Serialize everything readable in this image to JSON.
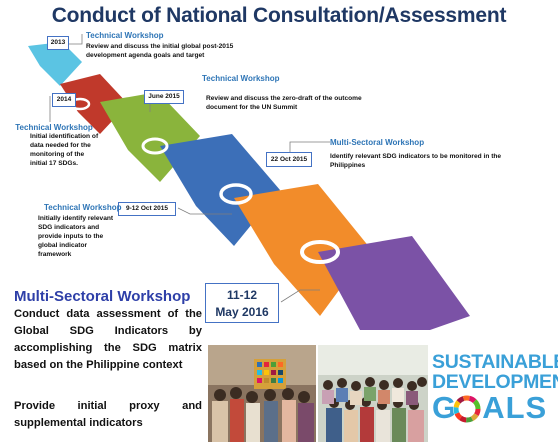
{
  "title": "Conduct of National Consultation/Assessment",
  "steps": [
    {
      "date": "2013",
      "header": "Technical Workshop",
      "description": "Review and discuss the initial global post-2015 development agenda goals and target"
    },
    {
      "date": "2014",
      "header": "Technical Workshop",
      "description": "Initial identification of data needed for the monitoring of the initial 17 SDGs."
    },
    {
      "date": "June 2015",
      "header": "Technical Workshop",
      "description": "Review and discuss the zero-draft of the outcome document for the UN Summit"
    },
    {
      "date": "9-12 Oct 2015",
      "header": "Technical Workshop",
      "description": "Initially identify relevant SDG indicators and provide inputs to the global indicator framework"
    },
    {
      "date": "22 Oct 2015",
      "header": "Multi-Sectoral Workshop",
      "description": "Identify relevant SDG indicators to be monitored in the Philippines"
    }
  ],
  "final_step": {
    "date_line1": "11-12",
    "date_line2": "May 2016",
    "header": "Multi-Sectoral Workshop",
    "description1": "Conduct data assessment of the Global SDG Indicators by accomplishing the SDG matrix based on the Philippine context",
    "description2": "Provide initial proxy and supplemental indicators"
  },
  "logo": {
    "line1": "SUSTAINABLE",
    "line2": "DEVELOPMENT",
    "line3": "GOALS"
  },
  "colors": {
    "title": "#1f3864",
    "header_blue": "#2e75b6",
    "chevron_1": "#5bc4e3",
    "chevron_2": "#c0392b",
    "chevron_3": "#8ab43c",
    "chevron_4": "#3c6fb8",
    "chevron_5": "#f28c2a",
    "chevron_6": "#7b52a6"
  }
}
